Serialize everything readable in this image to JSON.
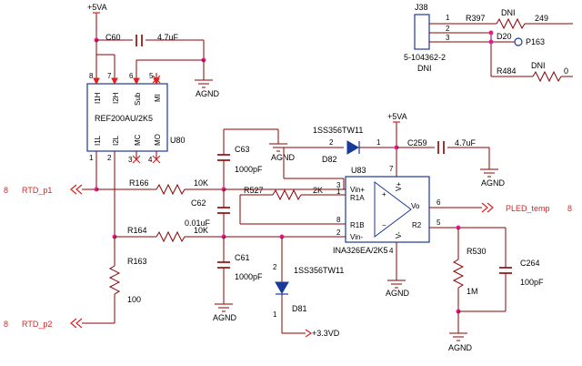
{
  "power": {
    "vcc_top": "+5VA",
    "vcc_opamp": "+5VA",
    "v33": "+3.3VD",
    "agnd": "AGND"
  },
  "u80": {
    "ref": "U80",
    "part": "REF200AU/2K5",
    "pins_top": [
      "I1H",
      "I2H",
      "Sub",
      "MI"
    ],
    "pins_bottom": [
      "I1L",
      "I2L",
      "MC",
      "MO"
    ],
    "pin_nums_top": [
      "8",
      "7",
      "6",
      "5"
    ],
    "pin_nums_bottom": [
      "1",
      "2",
      "3",
      "4"
    ]
  },
  "c60": {
    "ref": "C60",
    "value": "4.7uF"
  },
  "c259": {
    "ref": "C259",
    "value": "4.7uF"
  },
  "c63": {
    "ref": "C63",
    "value": "1000pF"
  },
  "c62": {
    "ref": "C62",
    "value": "0.01uF"
  },
  "c61": {
    "ref": "C61",
    "value": "1000pF"
  },
  "c264": {
    "ref": "C264",
    "value": "100pF"
  },
  "r166": {
    "ref": "R166",
    "value": "10K"
  },
  "r164": {
    "ref": "R164",
    "value": "10K"
  },
  "r163": {
    "ref": "R163",
    "value": "100"
  },
  "r527": {
    "ref": "R527",
    "value": "2K"
  },
  "r530": {
    "ref": "R530",
    "value": "1M"
  },
  "r397": {
    "ref": "R397",
    "value": "DNI",
    "num": "249"
  },
  "r484": {
    "ref": "R484",
    "value": "DNI",
    "num": "0"
  },
  "d82": {
    "ref": "D82",
    "part": "1SS356TW11",
    "pin_a": "2",
    "pin_k": "1"
  },
  "d81": {
    "ref": "D81",
    "part": "1SS356TW11",
    "pin_a": "2",
    "pin_k": "1"
  },
  "d20": {
    "ref": "D20",
    "tp": "P163"
  },
  "j38": {
    "ref": "J38",
    "part": "5-104362-2",
    "note": "DNI",
    "pins": [
      "1",
      "2",
      "3"
    ]
  },
  "u83": {
    "ref": "U83",
    "part": "INA326EA/2K5",
    "pins": {
      "vinp": "Vin+",
      "r1a": "R1A",
      "r1b": "R1B",
      "vinm": "Vin-",
      "vo": "Vo",
      "r2": "R2",
      "vp": "V+",
      "vm": "V-"
    },
    "pin_nums": {
      "vinp": "3",
      "r1a": "1",
      "r1b": "8",
      "vinm": "2",
      "vo": "6",
      "r2": "5",
      "vp": "7",
      "vm": "4"
    }
  },
  "nets": {
    "rtd_p1": "RTD_p1",
    "rtd_p2": "RTD_p2",
    "pled": "PLED_temp",
    "sheet_rtd_p1": "8",
    "sheet_rtd_p2": "8",
    "sheet_pled": "8"
  }
}
